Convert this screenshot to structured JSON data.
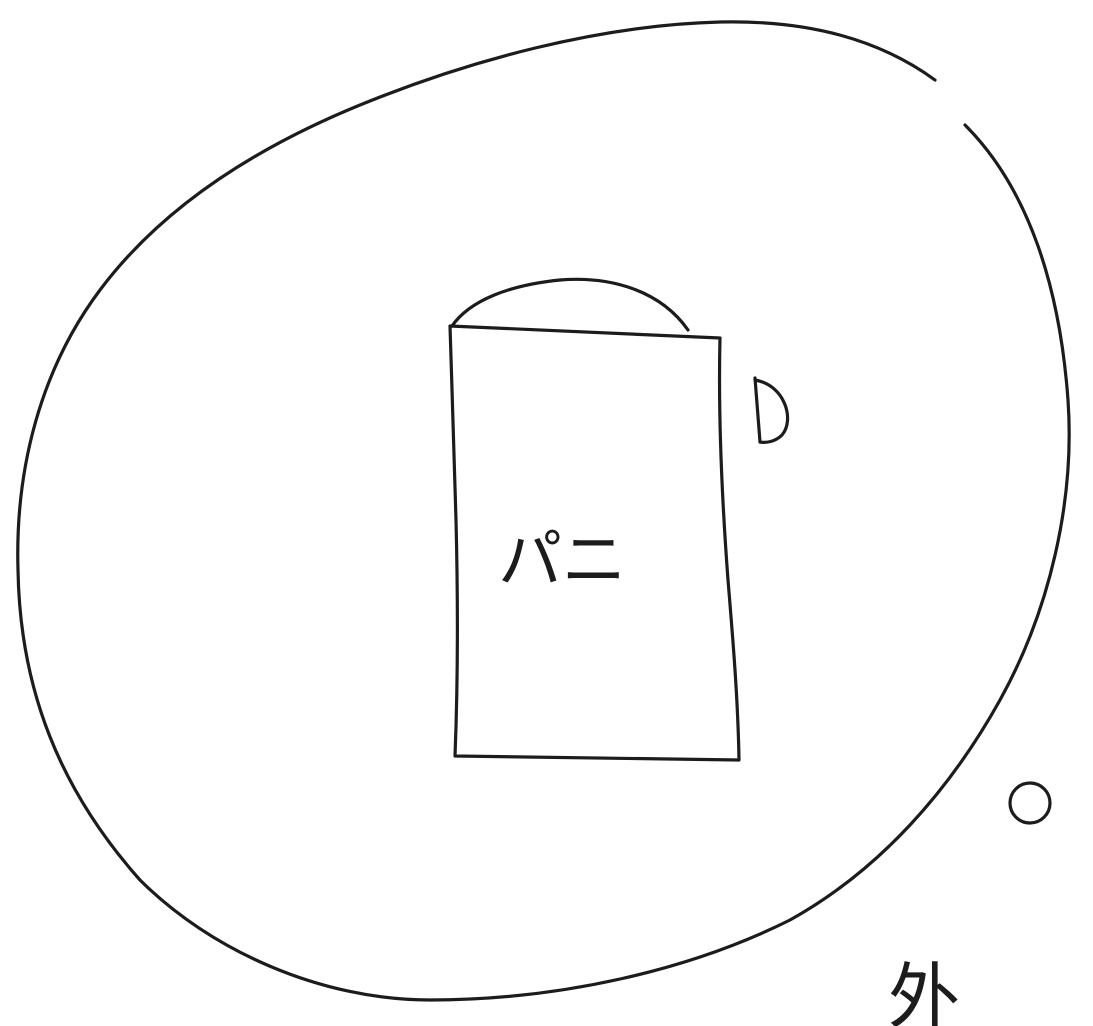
{
  "sketch": {
    "inner_label": "パニ",
    "side_mark": "D",
    "corner_mark": "o",
    "bottom_label": "外"
  },
  "colors": {
    "background": "#ffffff",
    "ink": "#1c1c1c"
  }
}
